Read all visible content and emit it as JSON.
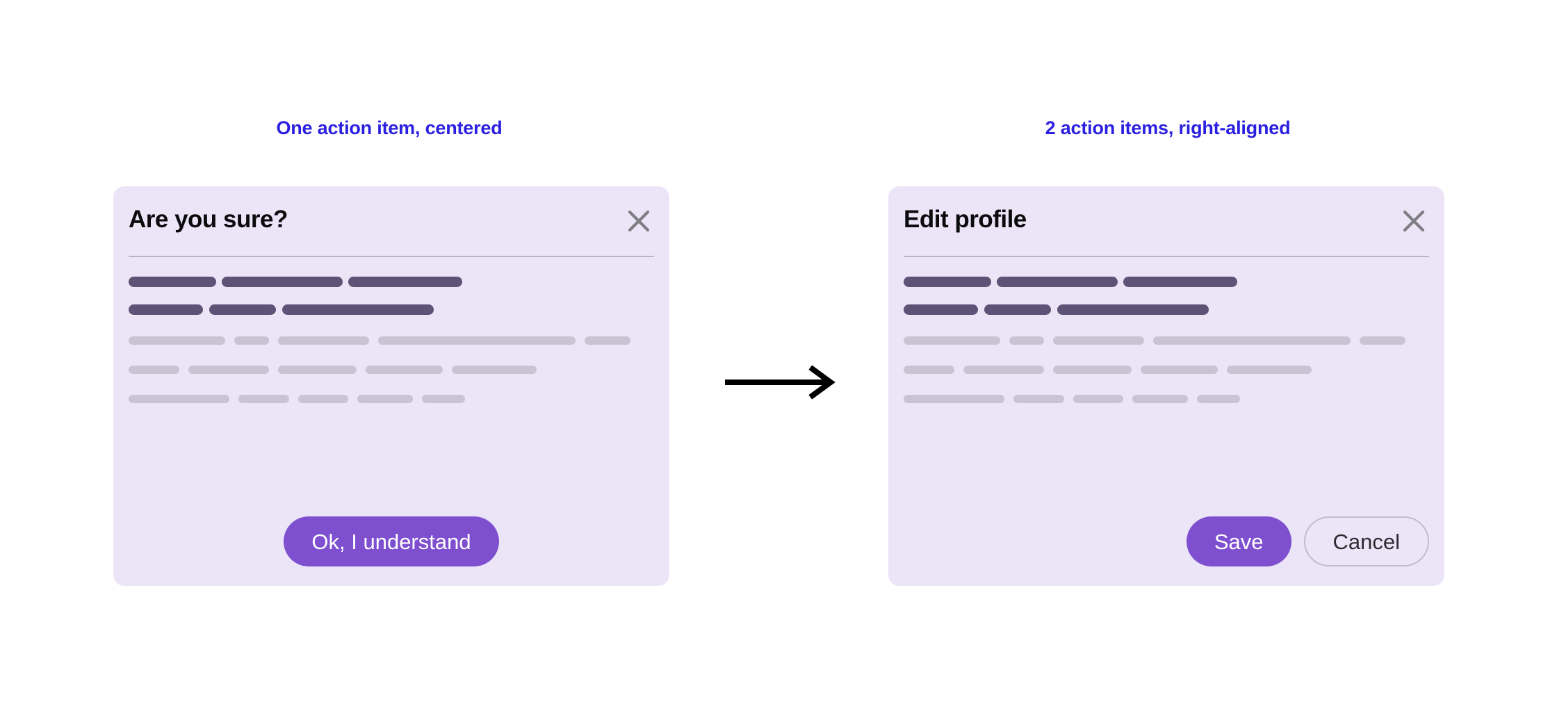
{
  "captions": {
    "left": "One action item, centered",
    "right": "2 action items, right-aligned",
    "color": "#2B20E0"
  },
  "theme": {
    "card_bg": "#EBE5F7",
    "primary": "#7E4FCF",
    "skeleton_dark": "#5F5276",
    "skeleton_light": "#C9C3D4",
    "divider": "#B9B3C4",
    "close_icon": "#7E7E84",
    "outline_border": "#C3BCD0",
    "page_bg": "#FFFFFF",
    "arrow": "#000000"
  },
  "cards": [
    {
      "id": "confirm-dialog",
      "title": "Are you sure?",
      "close_icon": "close-icon",
      "alignment": "centered",
      "skeleton": {
        "rows": [
          {
            "tone": "dark",
            "widths": [
              126,
              174,
              164
            ],
            "gap": 8,
            "margin_bottom": 25
          },
          {
            "tone": "dark",
            "widths": [
              107,
              96,
              218
            ],
            "gap": 9,
            "margin_bottom": 31
          },
          {
            "tone": "light",
            "widths": [
              139,
              50,
              131,
              284,
              66
            ],
            "gap": 13,
            "margin_bottom": 30
          },
          {
            "tone": "light",
            "widths": [
              73,
              116,
              113,
              111,
              122
            ],
            "gap": 13,
            "margin_bottom": 30
          },
          {
            "tone": "light",
            "widths": [
              145,
              73,
              72,
              80,
              62
            ],
            "gap": 13,
            "margin_bottom": 0
          }
        ]
      },
      "actions": [
        {
          "label": "Ok, I understand",
          "style": "primary",
          "name": "ok-understand-button"
        }
      ]
    },
    {
      "id": "edit-profile-dialog",
      "title": "Edit profile",
      "close_icon": "close-icon",
      "alignment": "right",
      "skeleton": {
        "rows": [
          {
            "tone": "dark",
            "widths": [
              126,
              174,
              164
            ],
            "gap": 8,
            "margin_bottom": 25
          },
          {
            "tone": "dark",
            "widths": [
              107,
              96,
              218
            ],
            "gap": 9,
            "margin_bottom": 31
          },
          {
            "tone": "light",
            "widths": [
              139,
              50,
              131,
              284,
              66
            ],
            "gap": 13,
            "margin_bottom": 30
          },
          {
            "tone": "light",
            "widths": [
              73,
              116,
              113,
              111,
              122
            ],
            "gap": 13,
            "margin_bottom": 30
          },
          {
            "tone": "light",
            "widths": [
              145,
              73,
              72,
              80,
              62
            ],
            "gap": 13,
            "margin_bottom": 0
          }
        ]
      },
      "actions": [
        {
          "label": "Save",
          "style": "primary",
          "name": "save-button"
        },
        {
          "label": "Cancel",
          "style": "outline",
          "name": "cancel-button"
        }
      ]
    }
  ],
  "arrow": {
    "icon": "arrow-right-icon",
    "direction": "right"
  }
}
